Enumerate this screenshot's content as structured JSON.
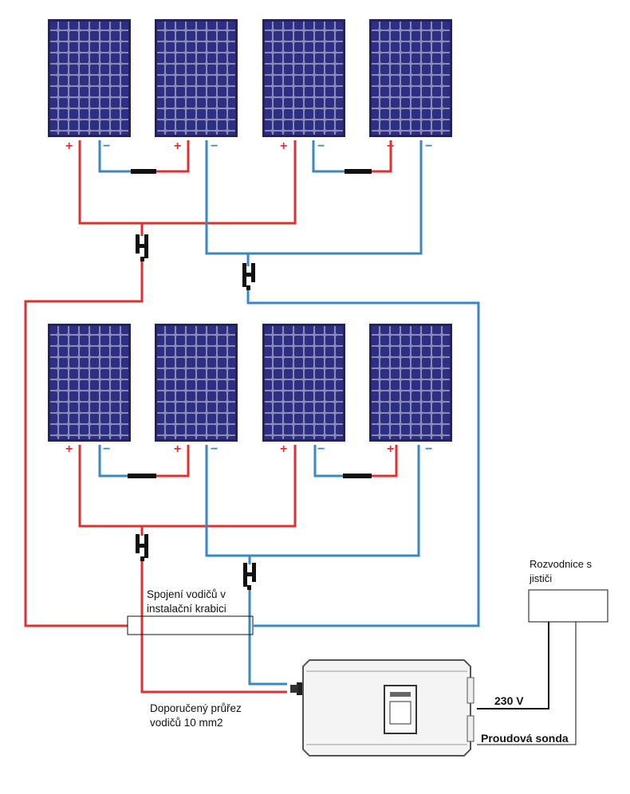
{
  "colors": {
    "positive": "#e03030",
    "negative": "#3a88c0",
    "connector": "#111111",
    "panel_frame": "#23235a",
    "panel_cell": "#2e2e82",
    "panel_bus": "#8a8ab8",
    "inverter_body": "#f4f4f4",
    "inverter_outline": "#555555"
  },
  "polarity": {
    "plus": "+",
    "minus": "−"
  },
  "labels": {
    "junction_box": "Spojení vodičů v instalační krabici",
    "junction_box_line1": "Spojení vodičů v",
    "junction_box_line2": "instalační krabici",
    "cable_section_line1": "Doporučený průřez",
    "cable_section_line2": "vodičů 10 mm2",
    "distribution_line1": "Rozvodnice s",
    "distribution_line2": "jističi",
    "voltage": "230 V",
    "current_probe": "Proudová sonda"
  },
  "icons": {
    "panel": "solar-panel-icon",
    "connector": "mc4-y-connector-icon",
    "inverter": "inverter-icon"
  }
}
